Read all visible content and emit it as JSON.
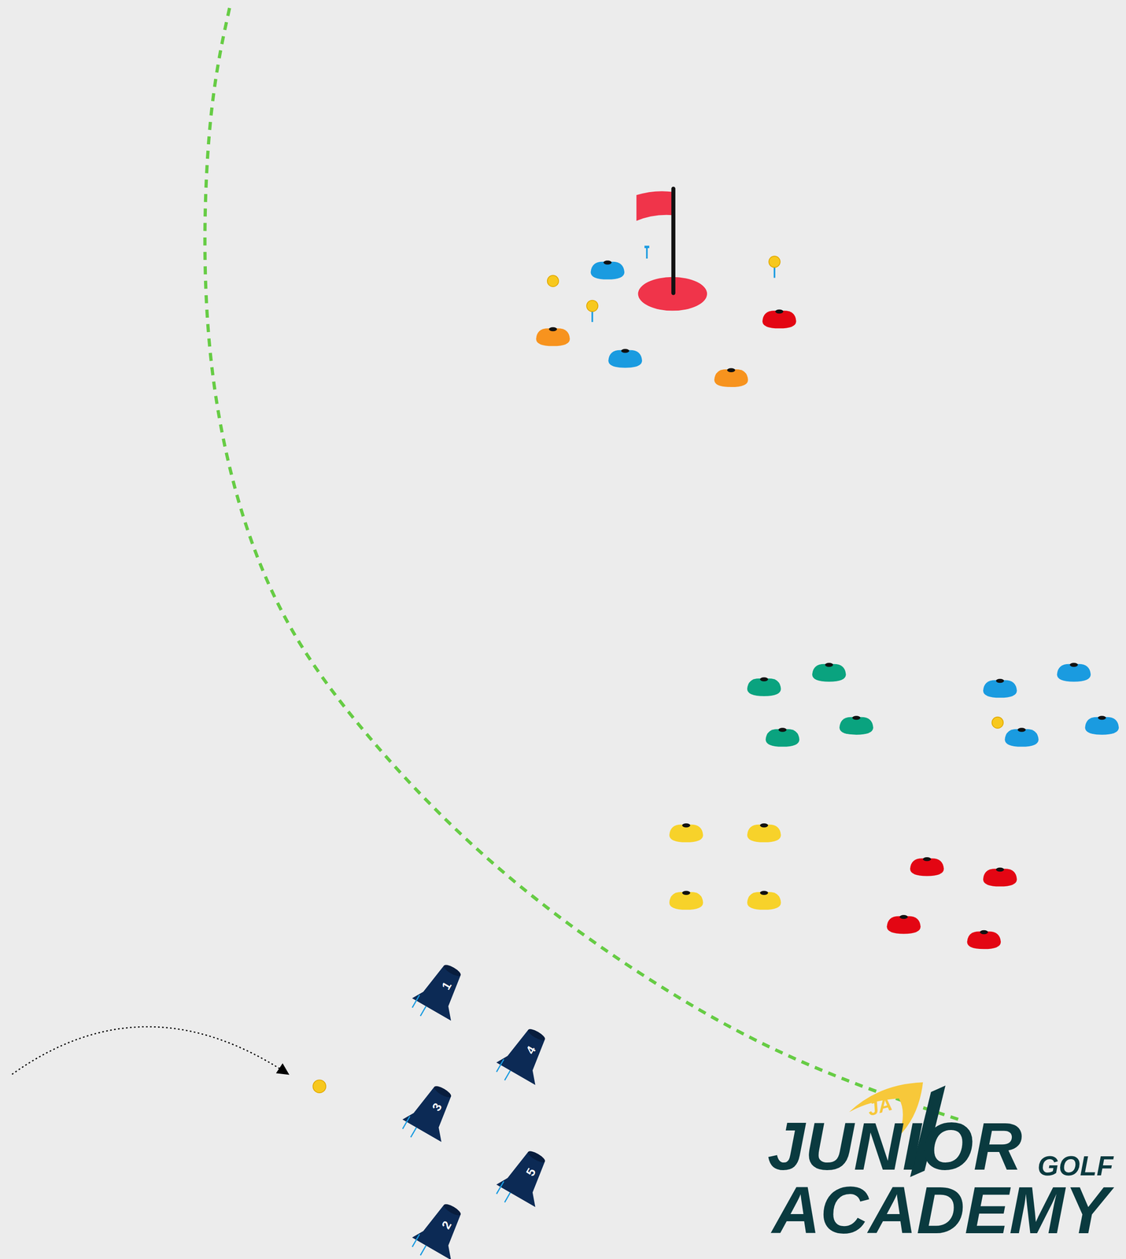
{
  "diagram": {
    "labels": [
      "1",
      "4",
      "3",
      "5",
      "2",
      "JA",
      "JUNIOR",
      "GOLF",
      "ACADEMY"
    ]
  }
}
